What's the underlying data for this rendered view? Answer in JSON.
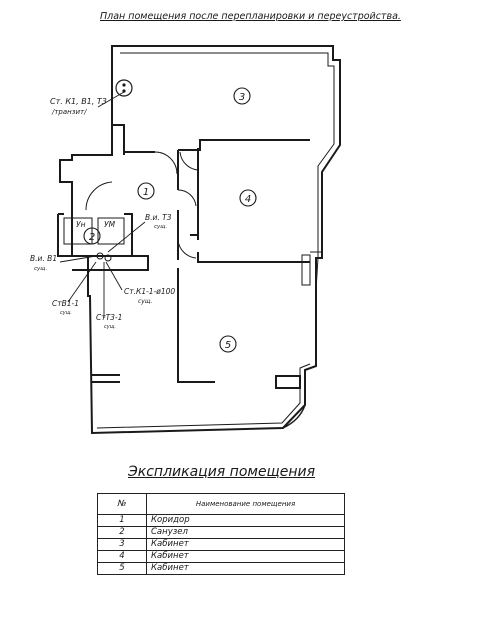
{
  "plan": {
    "title": "План помещения после перепланировки  и переустройства.",
    "rooms": [
      "1",
      "2",
      "3",
      "4",
      "5"
    ],
    "riser_top": "Ст. К1, В1, Т3",
    "riser_top_note": "/транзит/",
    "label_vu_t3": "В.и. Т3",
    "label_vu_t3_sub": "сущ.",
    "label_vu_v1": "В.и. В1",
    "label_vu_v1_sub": "сущ.",
    "label_unit_left": "Ун",
    "label_unit_right": "УМ",
    "label_st_k1": "Ст.К1-1-ø100",
    "label_st_k1_sub": "сущ.",
    "label_st_v1": "СтВ1-1",
    "label_st_v1_sub": "сущ.",
    "label_st_t3": "СтТ3-1",
    "label_st_t3_sub": "сущ."
  },
  "explication": {
    "title": "Экспликация помещения",
    "col_num": "№",
    "col_name": "Наименование помещения",
    "rows": [
      {
        "num": "1",
        "name": "Коридор"
      },
      {
        "num": "2",
        "name": "Санузел"
      },
      {
        "num": "3",
        "name": "Кабинет"
      },
      {
        "num": "4",
        "name": "Кабинет"
      },
      {
        "num": "5",
        "name": "Кабинет"
      }
    ]
  }
}
